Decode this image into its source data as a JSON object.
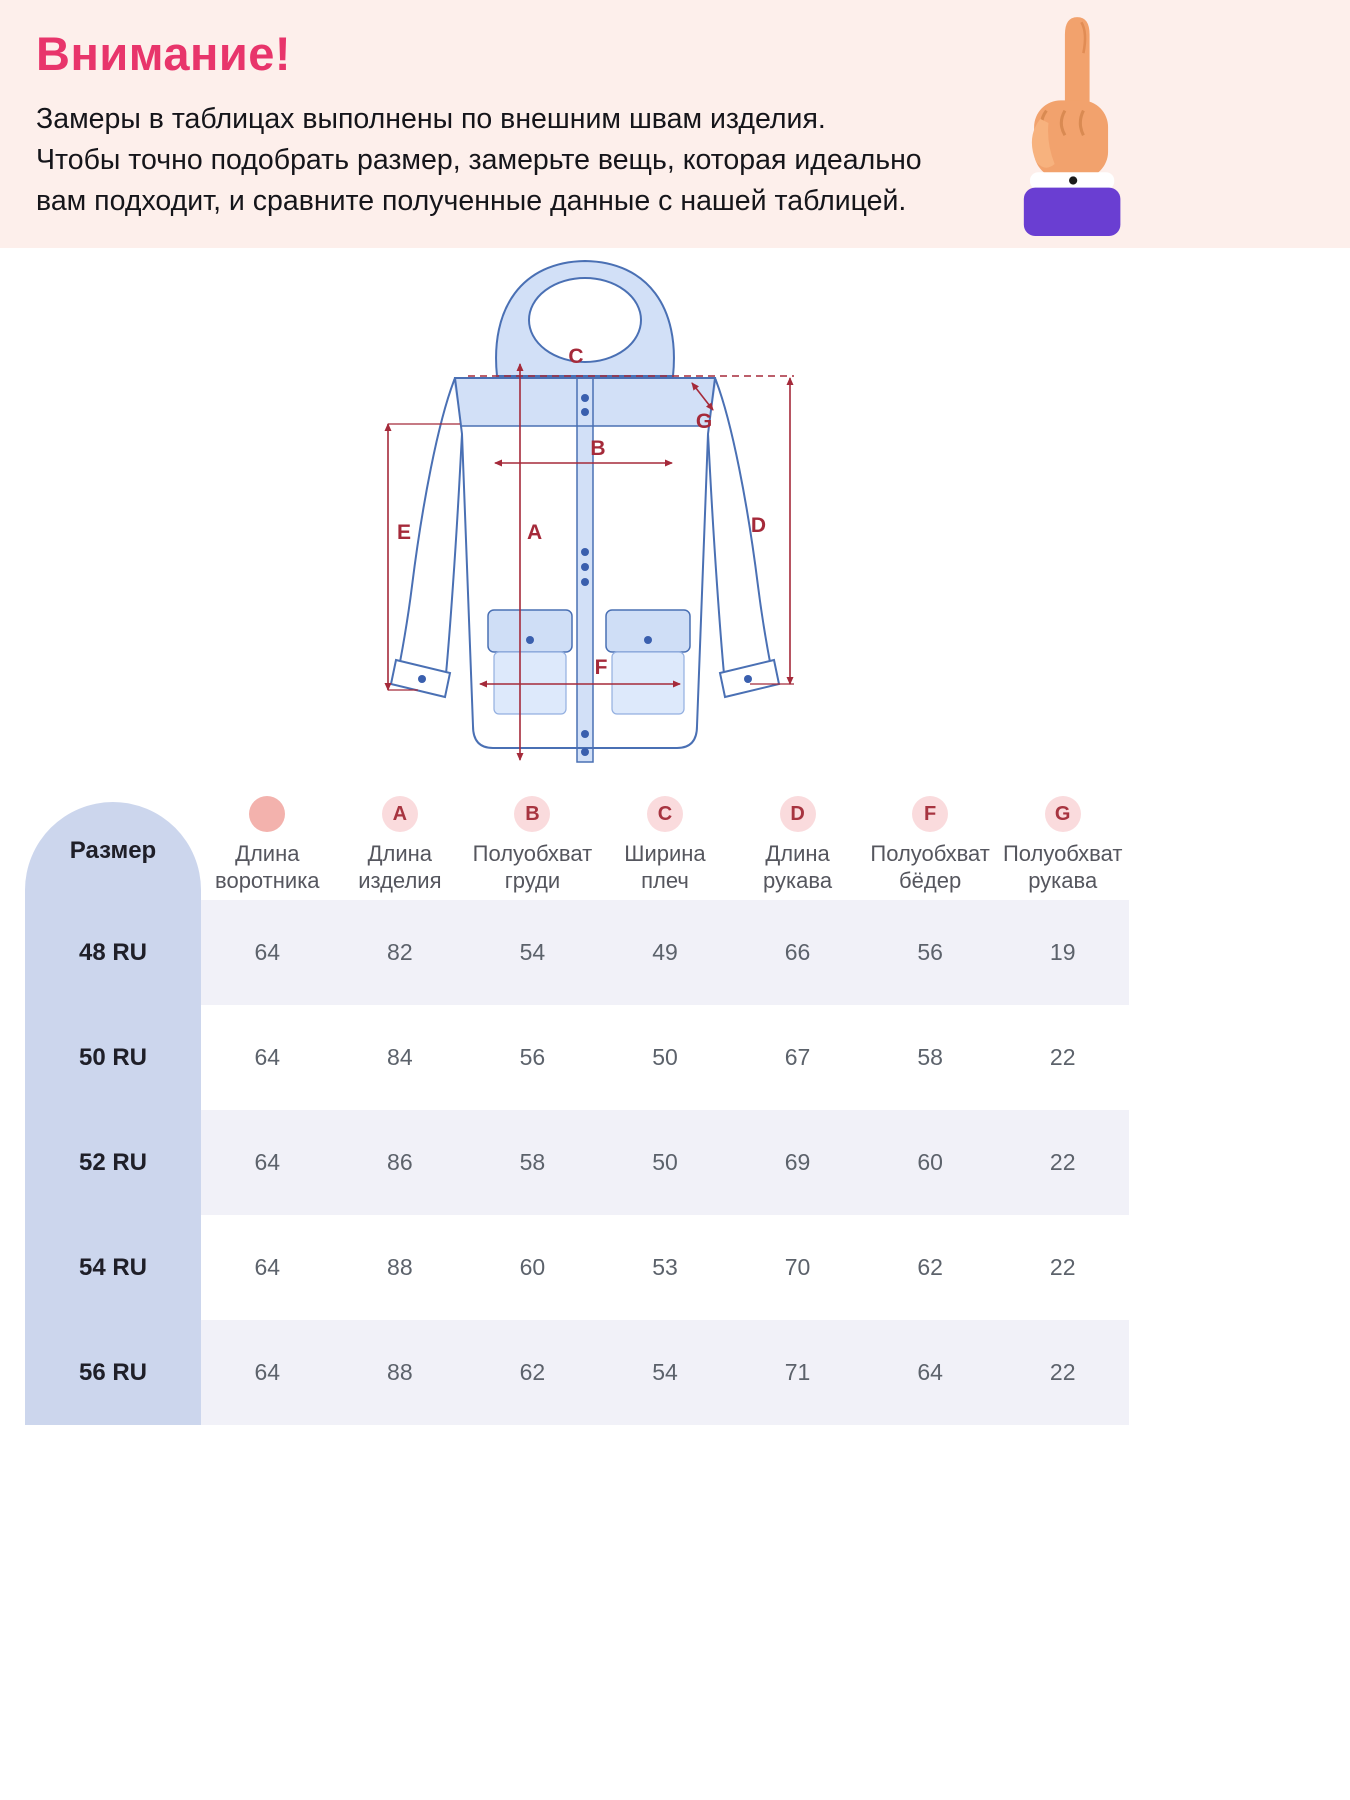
{
  "notice": {
    "title": "Внимание!",
    "line1": "Замеры в таблицах выполнены по внешним швам изделия.",
    "line2": "Чтобы точно подобрать размер, замерьте вещь, которая идеально",
    "line3": "вам подходит, и сравните полученные данные с нашей таблицей."
  },
  "diagram": {
    "labels": {
      "a": "A",
      "b": "B",
      "c": "C",
      "d": "D",
      "e": "E",
      "f": "F",
      "g": "G"
    }
  },
  "table": {
    "size_header": "Размер",
    "columns": [
      {
        "letter": "",
        "label_top": "Длина",
        "label_bottom": "воротника"
      },
      {
        "letter": "A",
        "label_top": "Длина",
        "label_bottom": "изделия"
      },
      {
        "letter": "B",
        "label_top": "Полуобхват",
        "label_bottom": "груди"
      },
      {
        "letter": "C",
        "label_top": "Ширина",
        "label_bottom": "плеч"
      },
      {
        "letter": "D",
        "label_top": "Длина",
        "label_bottom": "рукава"
      },
      {
        "letter": "F",
        "label_top": "Полуобхват",
        "label_bottom": "бёдер"
      },
      {
        "letter": "G",
        "label_top": "Полуобхват",
        "label_bottom": "рукава"
      }
    ],
    "rows": [
      {
        "size": "48 RU",
        "values": [
          64,
          82,
          54,
          49,
          66,
          56,
          19
        ]
      },
      {
        "size": "50 RU",
        "values": [
          64,
          84,
          56,
          50,
          67,
          58,
          22
        ]
      },
      {
        "size": "52 RU",
        "values": [
          64,
          86,
          58,
          50,
          69,
          60,
          22
        ]
      },
      {
        "size": "54 RU",
        "values": [
          64,
          88,
          60,
          53,
          70,
          62,
          22
        ]
      },
      {
        "size": "56 RU",
        "values": [
          64,
          88,
          62,
          54,
          71,
          64,
          22
        ]
      }
    ]
  },
  "colors": {
    "accent_pink": "#e8356b",
    "banner_bg": "#fdefeb",
    "badge_letter_red": "#a73440",
    "diagram_blue": "#4a70b4",
    "measure_red": "#a52a3a",
    "size_col_bg": "#ccd6ed",
    "stripe_bg": "#f1f1f8",
    "sleeve_purple": "#6a3ed2"
  }
}
